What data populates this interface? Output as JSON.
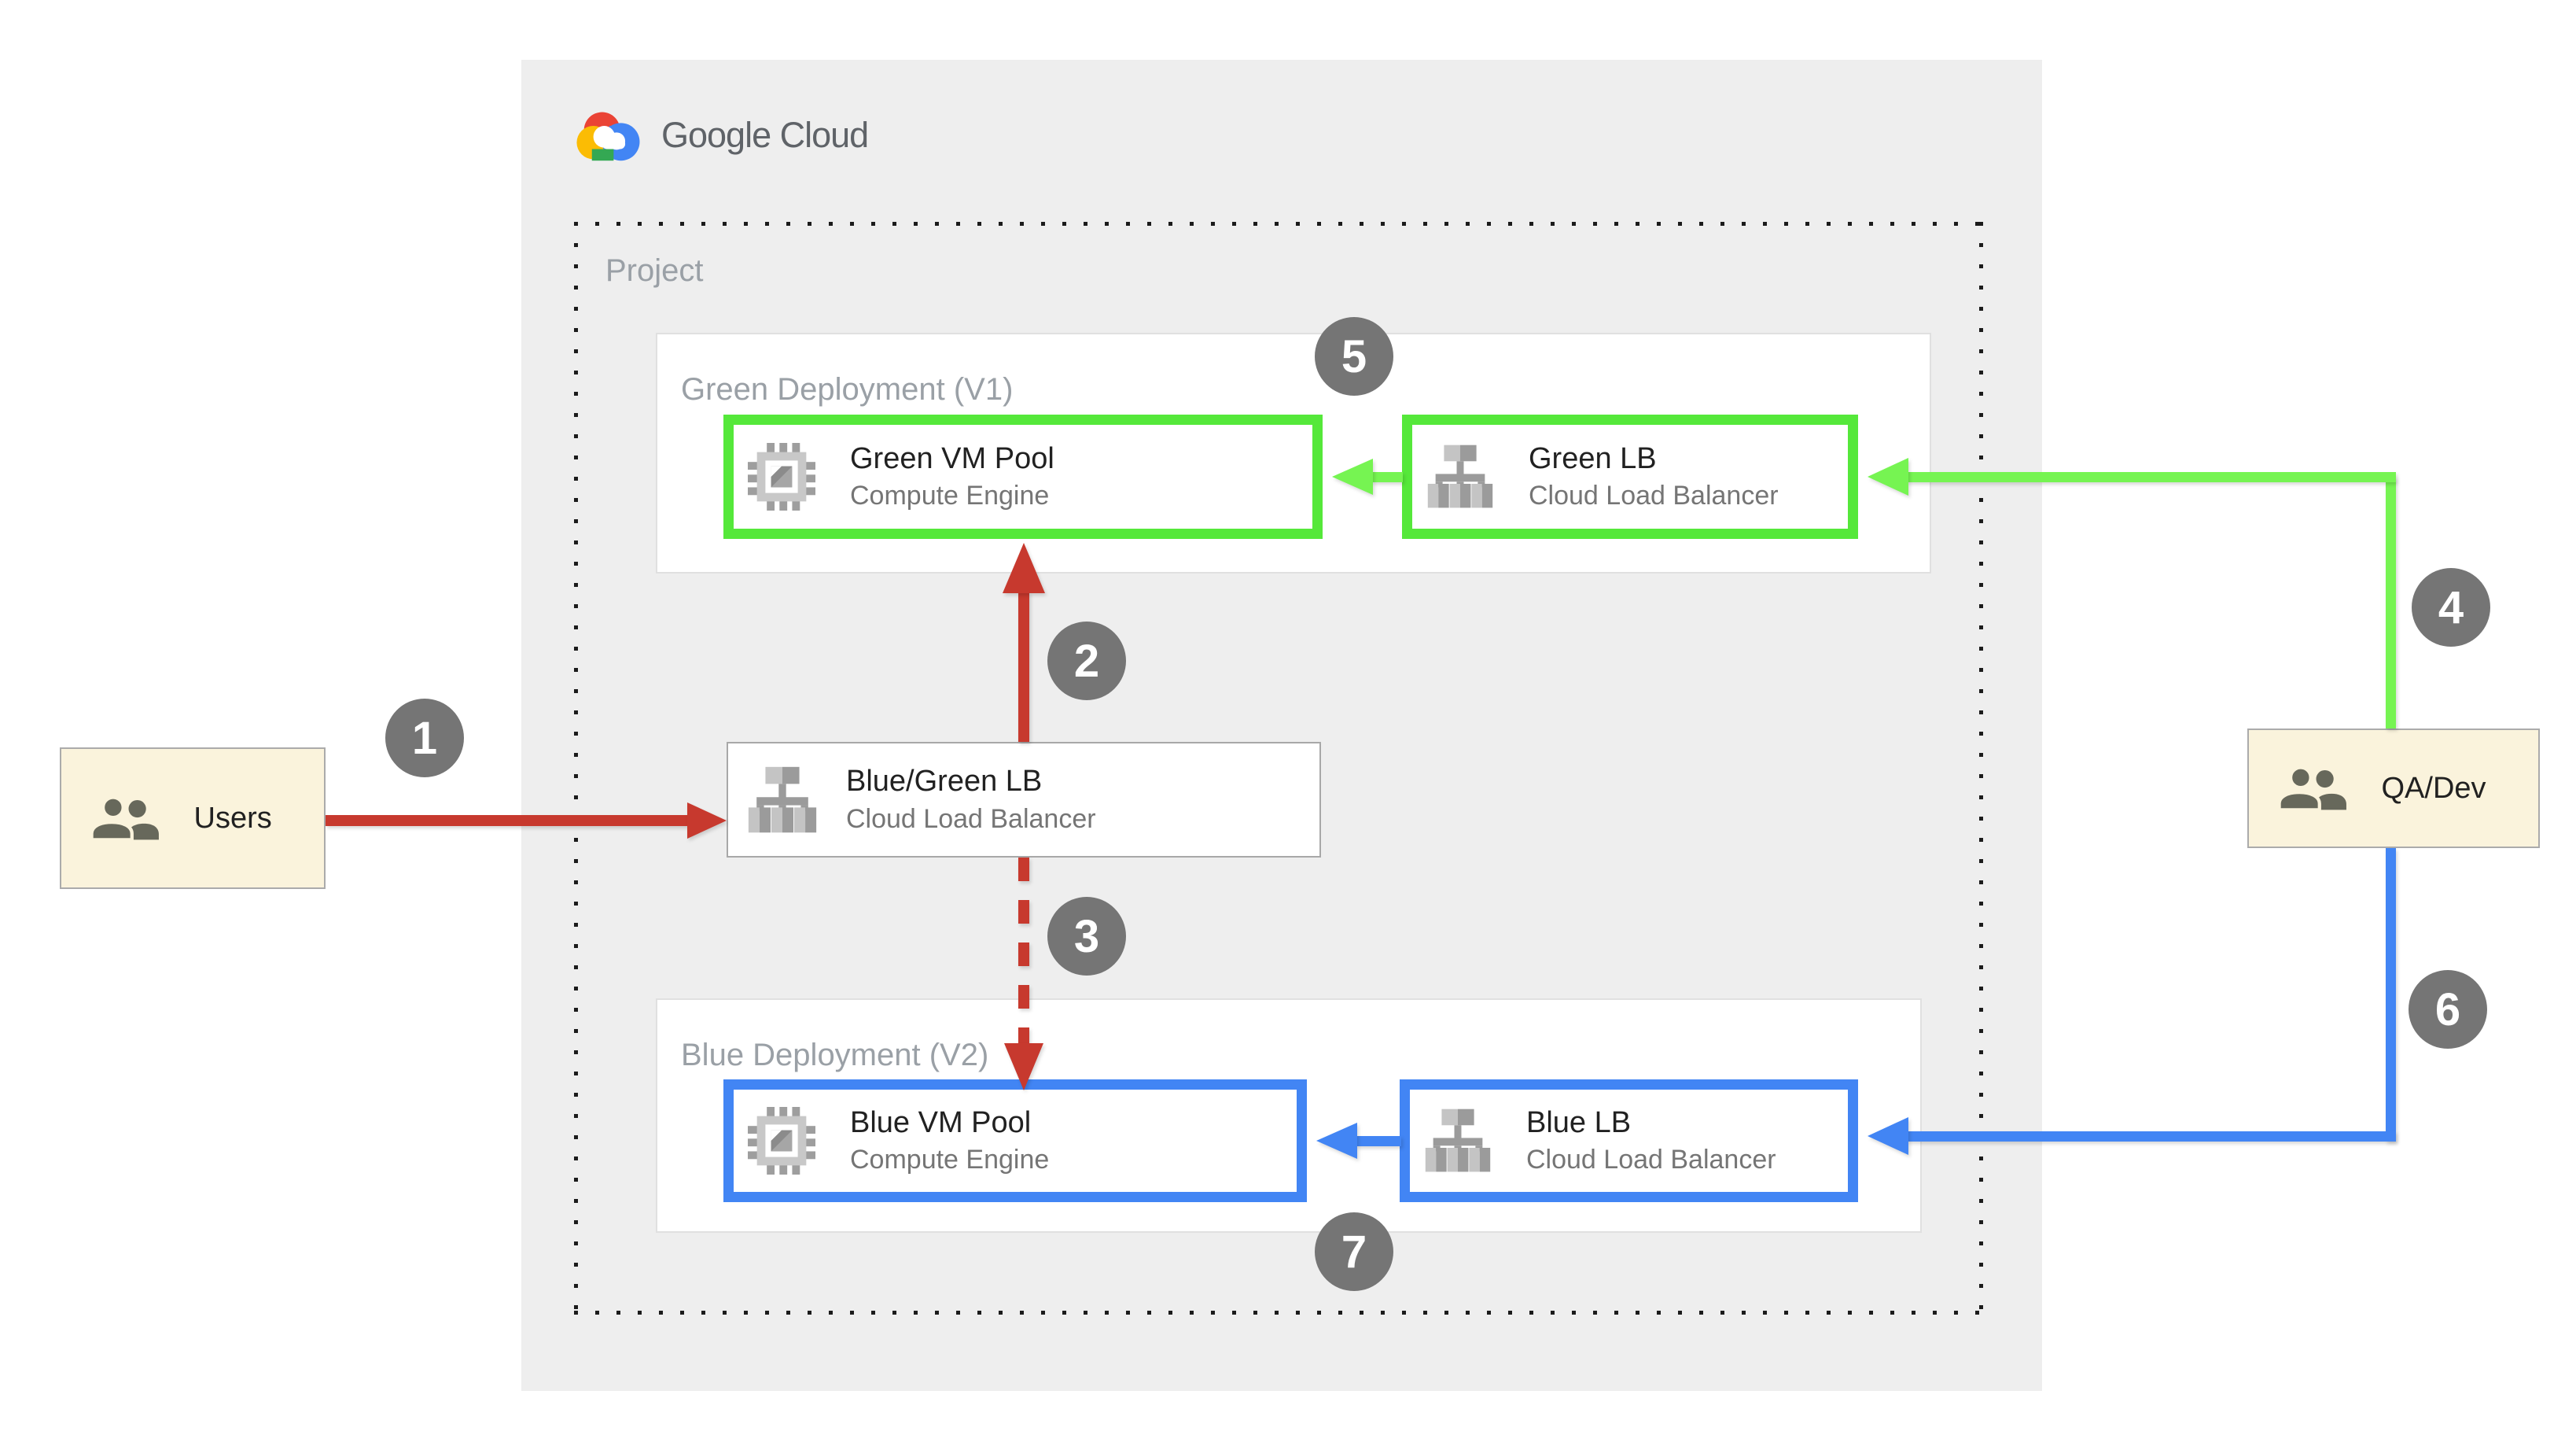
{
  "logo": {
    "text": "Google Cloud"
  },
  "project": {
    "label": "Project"
  },
  "deployments": {
    "green": {
      "label": "Green Deployment (V1)",
      "vm_pool": {
        "title": "Green VM Pool",
        "subtitle": "Compute Engine"
      },
      "lb": {
        "title": "Green LB",
        "subtitle": "Cloud Load Balancer"
      }
    },
    "blue": {
      "label": "Blue Deployment (V2)",
      "vm_pool": {
        "title": "Blue VM Pool",
        "subtitle": "Compute Engine"
      },
      "lb": {
        "title": "Blue LB",
        "subtitle": "Cloud Load Balancer"
      }
    }
  },
  "router": {
    "title": "Blue/Green LB",
    "subtitle": "Cloud Load Balancer"
  },
  "actors": {
    "users": {
      "label": "Users"
    },
    "qa_dev": {
      "label": "QA/Dev"
    }
  },
  "steps": {
    "n1": "1",
    "n2": "2",
    "n3": "3",
    "n4": "4",
    "n5": "5",
    "n6": "6",
    "n7": "7"
  },
  "icons": {
    "logo": "google-cloud-icon",
    "compute": "compute-engine-icon",
    "load_balancer": "cloud-load-balancer-icon",
    "people": "people-icon"
  },
  "colors": {
    "red_arrow": "#C7392E",
    "green_arrow": "#76F452",
    "green_box_border": "#55E83A",
    "blue": "#4285F4",
    "step_circle": "#757575",
    "panel_bg": "#EEEEEE",
    "actor_bg": "#FAF3DC",
    "label_gray": "#9AA0A6",
    "subtitle_gray": "#757575",
    "title_dark": "#212121"
  }
}
